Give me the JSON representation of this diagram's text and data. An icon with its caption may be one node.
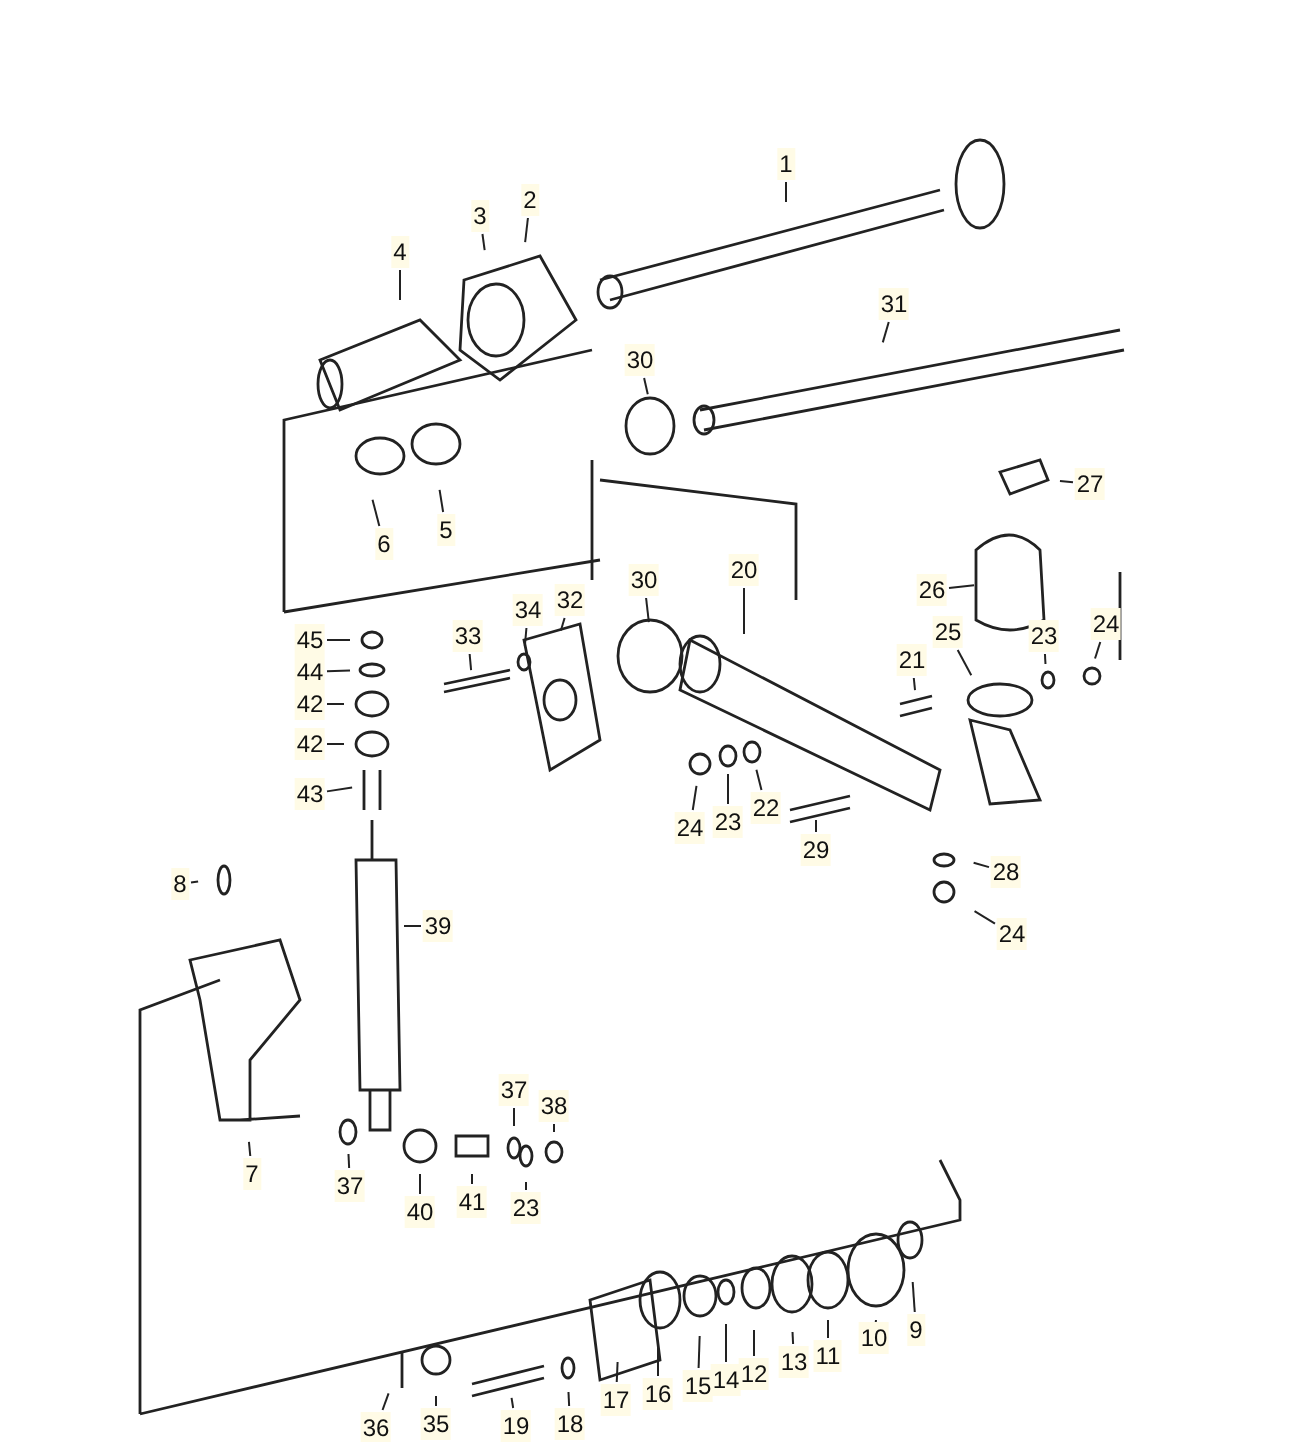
{
  "diagram": {
    "nodes": [
      {
        "text": [
          "1"
        ]
      },
      {
        "text": [
          "2"
        ]
      },
      {
        "text": [
          "3"
        ]
      },
      {
        "text": [
          "4"
        ]
      },
      {
        "text": [
          "31"
        ]
      },
      {
        "text": [
          "30"
        ]
      },
      {
        "text": [
          "27"
        ]
      },
      {
        "text": [
          "6"
        ]
      },
      {
        "text": [
          "5"
        ]
      },
      {
        "text": [
          "26"
        ]
      },
      {
        "text": [
          "30"
        ]
      },
      {
        "text": [
          "20"
        ]
      },
      {
        "text": [
          "32"
        ]
      },
      {
        "text": [
          "34"
        ]
      },
      {
        "text": [
          "33"
        ]
      },
      {
        "text": [
          "45"
        ]
      },
      {
        "text": [
          "44"
        ]
      },
      {
        "text": [
          "42"
        ]
      },
      {
        "text": [
          "42"
        ]
      },
      {
        "text": [
          "43"
        ]
      },
      {
        "text": [
          "21"
        ]
      },
      {
        "text": [
          "25"
        ]
      },
      {
        "text": [
          "23"
        ]
      },
      {
        "text": [
          "24"
        ]
      },
      {
        "text": [
          "24"
        ]
      },
      {
        "text": [
          "23"
        ]
      },
      {
        "text": [
          "22"
        ]
      },
      {
        "text": [
          "29"
        ]
      },
      {
        "text": [
          "28"
        ]
      },
      {
        "text": [
          "24"
        ]
      },
      {
        "text": [
          "8"
        ]
      },
      {
        "text": [
          "39"
        ]
      },
      {
        "text": [
          "7"
        ]
      },
      {
        "text": [
          "37"
        ]
      },
      {
        "text": [
          "38"
        ]
      },
      {
        "text": [
          "37"
        ]
      },
      {
        "text": [
          "40"
        ]
      },
      {
        "text": [
          "41"
        ]
      },
      {
        "text": [
          "23"
        ]
      },
      {
        "text": [
          "9"
        ]
      },
      {
        "text": [
          "10"
        ]
      },
      {
        "text": [
          "11"
        ]
      },
      {
        "text": [
          "13"
        ]
      },
      {
        "text": [
          "12"
        ]
      },
      {
        "text": [
          "14"
        ]
      },
      {
        "text": [
          "15"
        ]
      },
      {
        "text": [
          "16"
        ]
      },
      {
        "text": [
          "17"
        ]
      },
      {
        "text": [
          "18"
        ]
      },
      {
        "text": [
          "19"
        ]
      },
      {
        "text": [
          "35"
        ]
      },
      {
        "text": [
          "36"
        ]
      }
    ],
    "edges": [
      {
        "from": 0,
        "to": null,
        "arrow": "none"
      },
      {
        "from": 1,
        "to": null,
        "arrow": "none"
      },
      {
        "from": 2,
        "to": null,
        "arrow": "none"
      },
      {
        "from": 3,
        "to": null,
        "arrow": "none"
      },
      {
        "from": 4,
        "to": null,
        "arrow": "none"
      },
      {
        "from": 5,
        "to": null,
        "arrow": "none"
      },
      {
        "from": 6,
        "to": null,
        "arrow": "none"
      },
      {
        "from": 7,
        "to": null,
        "arrow": "none"
      },
      {
        "from": 8,
        "to": null,
        "arrow": "none"
      },
      {
        "from": 9,
        "to": null,
        "arrow": "none"
      },
      {
        "from": 10,
        "to": null,
        "arrow": "none"
      },
      {
        "from": 11,
        "to": null,
        "arrow": "none"
      },
      {
        "from": 12,
        "to": null,
        "arrow": "none"
      },
      {
        "from": 13,
        "to": null,
        "arrow": "none"
      },
      {
        "from": 14,
        "to": null,
        "arrow": "none"
      },
      {
        "from": 15,
        "to": null,
        "arrow": "none"
      },
      {
        "from": 16,
        "to": null,
        "arrow": "none"
      },
      {
        "from": 17,
        "to": null,
        "arrow": "none"
      },
      {
        "from": 18,
        "to": null,
        "arrow": "none"
      },
      {
        "from": 19,
        "to": null,
        "arrow": "none"
      },
      {
        "from": 20,
        "to": null,
        "arrow": "none"
      },
      {
        "from": 21,
        "to": null,
        "arrow": "none"
      },
      {
        "from": 22,
        "to": null,
        "arrow": "none"
      },
      {
        "from": 23,
        "to": null,
        "arrow": "none"
      },
      {
        "from": 24,
        "to": null,
        "arrow": "none"
      },
      {
        "from": 25,
        "to": null,
        "arrow": "none"
      },
      {
        "from": 26,
        "to": null,
        "arrow": "none"
      },
      {
        "from": 27,
        "to": null,
        "arrow": "none"
      },
      {
        "from": 28,
        "to": null,
        "arrow": "none"
      },
      {
        "from": 29,
        "to": null,
        "arrow": "none"
      },
      {
        "from": 30,
        "to": null,
        "arrow": "none"
      },
      {
        "from": 31,
        "to": null,
        "arrow": "none"
      },
      {
        "from": 32,
        "to": null,
        "arrow": "none"
      },
      {
        "from": 33,
        "to": null,
        "arrow": "none"
      },
      {
        "from": 34,
        "to": null,
        "arrow": "none"
      },
      {
        "from": 35,
        "to": null,
        "arrow": "none"
      },
      {
        "from": 36,
        "to": null,
        "arrow": "none"
      },
      {
        "from": 37,
        "to": null,
        "arrow": "none"
      },
      {
        "from": 38,
        "to": null,
        "arrow": "none"
      },
      {
        "from": 39,
        "to": null,
        "arrow": "none"
      },
      {
        "from": 40,
        "to": null,
        "arrow": "none"
      },
      {
        "from": 41,
        "to": null,
        "arrow": "none"
      },
      {
        "from": 42,
        "to": null,
        "arrow": "none"
      },
      {
        "from": 43,
        "to": null,
        "arrow": "none"
      },
      {
        "from": 44,
        "to": null,
        "arrow": "none"
      },
      {
        "from": 45,
        "to": null,
        "arrow": "none"
      },
      {
        "from": 46,
        "to": null,
        "arrow": "none"
      },
      {
        "from": 47,
        "to": null,
        "arrow": "none"
      },
      {
        "from": 48,
        "to": null,
        "arrow": "none"
      },
      {
        "from": 49,
        "to": null,
        "arrow": "none"
      },
      {
        "from": 50,
        "to": null,
        "arrow": "none"
      },
      {
        "from": 51,
        "to": null,
        "arrow": "none"
      }
    ]
  }
}
